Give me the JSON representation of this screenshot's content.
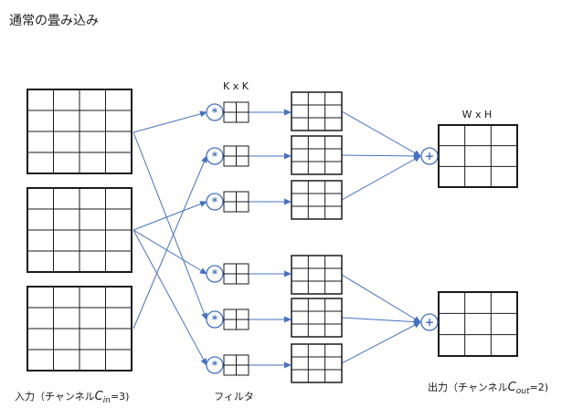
{
  "title": "通常の畳み込み",
  "kernel_label": "K x K",
  "output_size_label": "W x H",
  "input_caption": {
    "prefix": "入力（チャンネル",
    "symbol": "C",
    "subscript": "in",
    "suffix": "=3)"
  },
  "filter_caption": "フィルタ",
  "output_caption": {
    "prefix": "出力（チャンネル",
    "symbol": "C",
    "subscript": "out",
    "suffix": "=2)"
  },
  "conv_symbol": "*",
  "sum_symbol": "+",
  "colors": {
    "line": "#1a1a1a",
    "arrow": "#4472c4",
    "operator": "#4472c4"
  }
}
